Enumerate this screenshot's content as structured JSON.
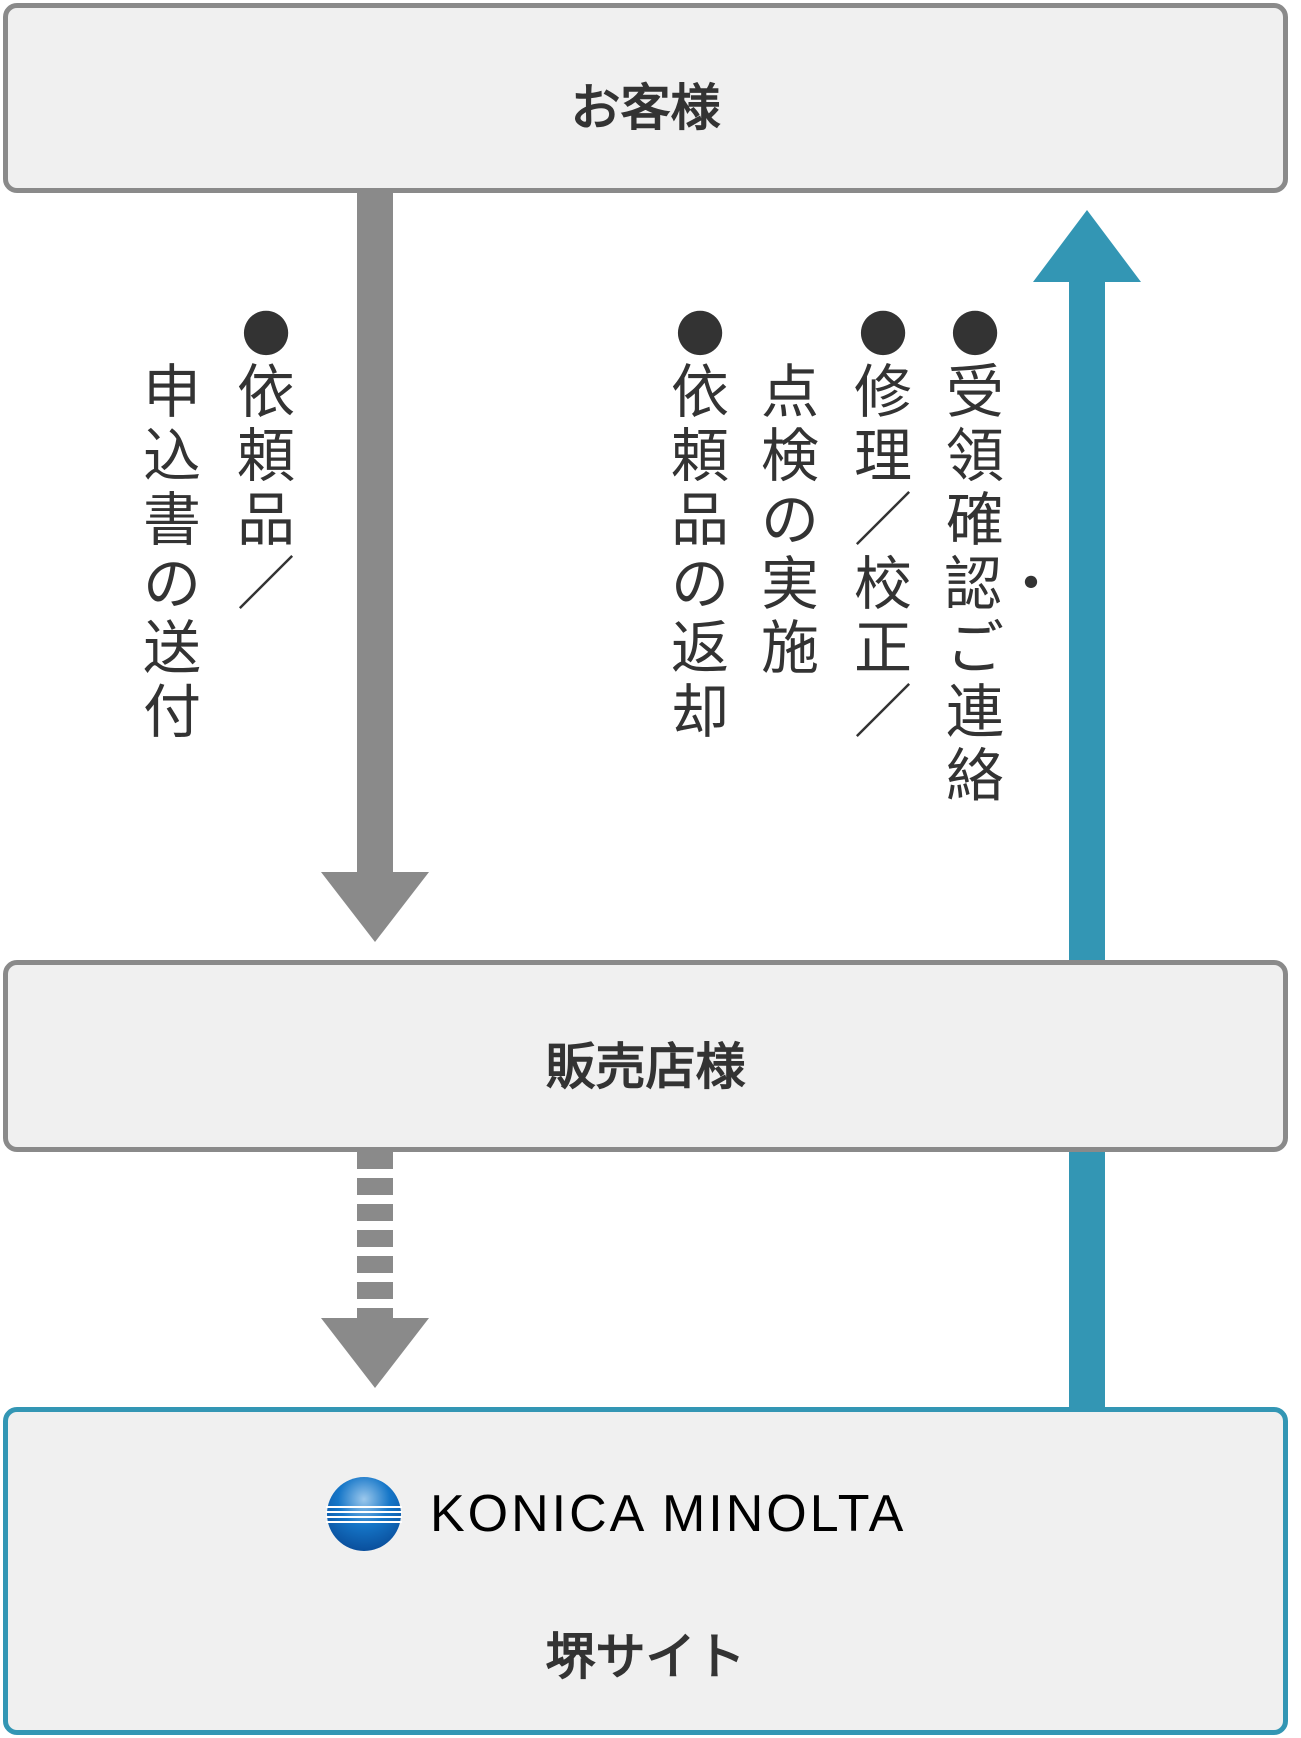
{
  "boxes": {
    "customer": "お客様",
    "dealer": "販売店様",
    "site_logo": "KONICA MINOLTA",
    "site": "堺サイト"
  },
  "annotations": {
    "send_items": "●依頼品／",
    "send_form": "申込書の送付",
    "receipt": "●受領確認・ご連絡",
    "repair": "●修理／校正／",
    "inspection": "点検の実施",
    "return": "●依頼品の返却"
  },
  "colors": {
    "gray_arrow": "#8a8a8a",
    "blue_arrow": "#3396b4",
    "box_bg": "#f0f0f0"
  }
}
